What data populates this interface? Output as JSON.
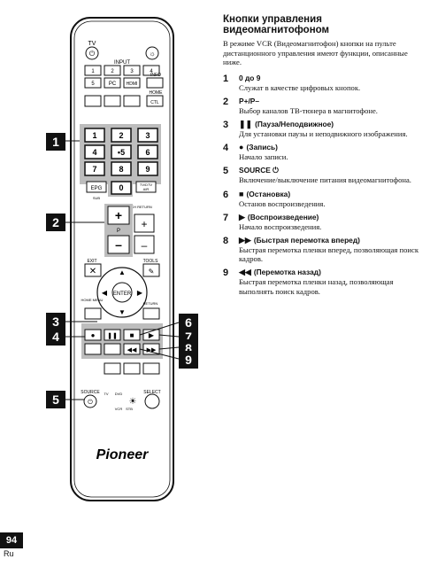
{
  "header": "Кнопки управления видеомагнитофоном",
  "intro": "В режиме VCR (Видеомагнитофон) кнопки на пульте дистанционного управления имеют функции, описанные ниже.",
  "items": [
    {
      "num": "1",
      "glyph": "",
      "title": "0 до 9",
      "desc": "Служат в качестве цифровых кнопок."
    },
    {
      "num": "2",
      "glyph": "",
      "title": "P+/P–",
      "desc": "Выбор каналов ТВ-тюнера в магнитофоне."
    },
    {
      "num": "3",
      "glyph": "❚❚",
      "title": "(Пауза/Неподвижное)",
      "desc": "Для установки паузы и неподвижного изображения."
    },
    {
      "num": "4",
      "glyph": "●",
      "title": "(Запись)",
      "desc": "Начало записи."
    },
    {
      "num": "5",
      "glyph": "",
      "title": "SOURCE ⏻",
      "desc": "Включение/выключение питания видеомагнитофона."
    },
    {
      "num": "6",
      "glyph": "■",
      "title": "(Остановка)",
      "desc": "Останов воспроизведения."
    },
    {
      "num": "7",
      "glyph": "▶",
      "title": "(Воспроизведение)",
      "desc": "Начало воспроизведения."
    },
    {
      "num": "8",
      "glyph": "▶▶",
      "title": "(Быстрая перемотка вперед)",
      "desc": "Быстрая перемотка пленки вперед, позволяющая поиск кадров."
    },
    {
      "num": "9",
      "glyph": "◀◀",
      "title": "(Перемотка назад)",
      "desc": "Быстрая перемотка пленки назад, позволяющая выполнять поиск кадров."
    }
  ],
  "remote": {
    "tv": "TV",
    "input": "INPUT",
    "input_keys": [
      "1",
      "2",
      "3",
      "4",
      "5",
      "PC"
    ],
    "hdmi": "HDMI",
    "info": "INFO",
    "home": "HOME",
    "ctl": "CTL",
    "digits": [
      "1",
      "2",
      "3",
      "4",
      "•5",
      "6",
      "7",
      "8",
      "9"
    ],
    "zero": "0",
    "epg": "EPG",
    "tv_dtv": "TV/DTV",
    "air": "AIR",
    "sub": "SUB",
    "ch_return": "CH RETURN",
    "p": "P",
    "plus": "+",
    "minus": "–",
    "exit": "EXIT",
    "tools": "TOOLS",
    "enter": "ENTER",
    "home_menu": "HOME MENU",
    "return": "RETURN",
    "menu": "MENU",
    "source": "SOURCE",
    "tv_small": "TV",
    "dvd": "DVD",
    "vcr": "VCR",
    "stb": "STB",
    "select": "SELECT",
    "brand": "Pioneer"
  },
  "callouts": [
    "1",
    "2",
    "3",
    "4",
    "5",
    "6",
    "7",
    "8",
    "9"
  ],
  "page_number": "94",
  "language": "Ru"
}
